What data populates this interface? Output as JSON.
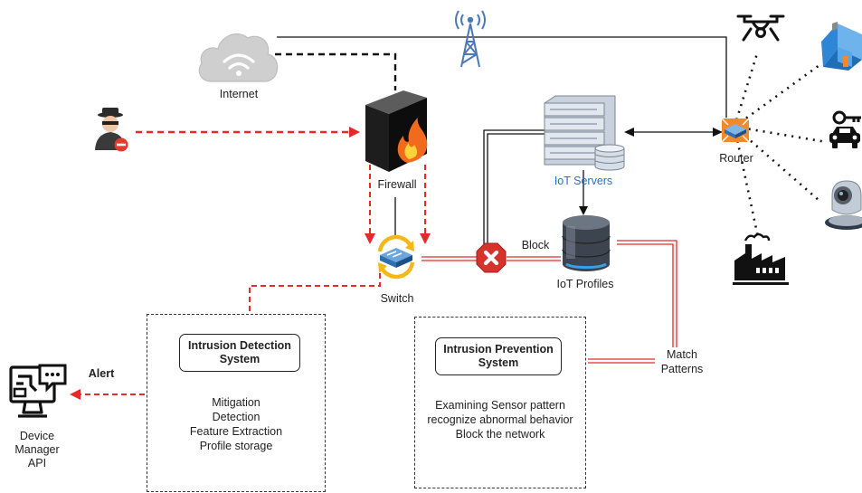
{
  "labels": {
    "internet": "Internet",
    "firewall": "Firewall",
    "switch": "Switch",
    "iot_servers": "IoT Servers",
    "iot_profiles": "IoT Profiles",
    "router": "Router",
    "block": "Block",
    "match_patterns_1": "Match",
    "match_patterns_2": "Patterns",
    "alert": "Alert",
    "device_manager_1": "Device",
    "device_manager_2": "Manager",
    "device_manager_3": "API"
  },
  "ids": {
    "title_1": "Intrusion Detection",
    "title_2": "System",
    "items": [
      "Mitigation",
      "Detection",
      "Feature Extraction",
      "Profile storage"
    ]
  },
  "ips": {
    "title_1": "Intrusion Prevention",
    "title_2": "System",
    "items": [
      "Examining Sensor pattern",
      "recognize abnormal behavior",
      "Block the network"
    ]
  },
  "colors": {
    "attack": "#e52a2a",
    "line": "#111111",
    "servers_label": "#2a6fc4",
    "router_accent": "#f08a2c"
  },
  "icons": [
    "cloud-icon",
    "hacker-icon",
    "firewall-icon",
    "switch-icon",
    "block-icon",
    "server-icon",
    "database-icon",
    "router-icon",
    "antenna-tower-icon",
    "drone-icon",
    "house-icon",
    "car-key-icon",
    "camera-icon",
    "factory-icon",
    "computer-icon"
  ]
}
